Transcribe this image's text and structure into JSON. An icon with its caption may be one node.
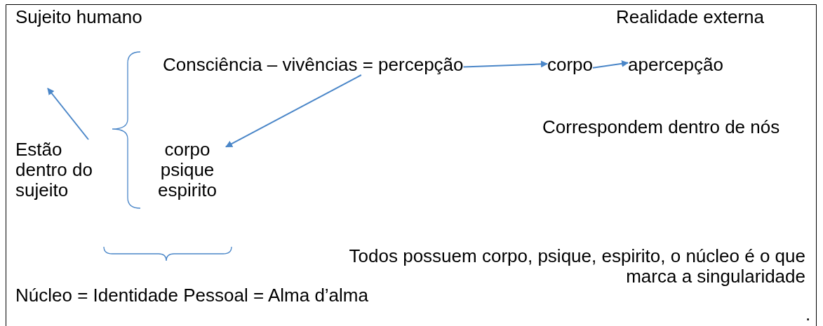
{
  "diagram": {
    "nodes": [
      {
        "text": [
          "Consciência – vivências = percepção"
        ]
      },
      {
        "text": [
          "corpo"
        ]
      },
      {
        "text": [
          "apercepção"
        ]
      },
      {
        "text": [
          "corpo psique espirito"
        ]
      },
      {
        "text": [
          "Estão dentro do sujeito"
        ]
      }
    ],
    "edges": [
      {
        "from": 0,
        "to": 1,
        "arrow": "to"
      },
      {
        "from": 1,
        "to": 2,
        "arrow": "to"
      },
      {
        "from": 0,
        "to": 3,
        "arrow": "to"
      },
      {
        "from": 4,
        "to": null,
        "arrow": "to"
      }
    ],
    "labels": [
      "Sujeito humano",
      "Realidade externa",
      "Correspondem dentro de nós",
      "Todos possuem corpo, psique, espirito, o núcleo é o que marca a singularidade",
      "Núcleo = Identidade Pessoal = Alma d’alma",
      "."
    ]
  }
}
